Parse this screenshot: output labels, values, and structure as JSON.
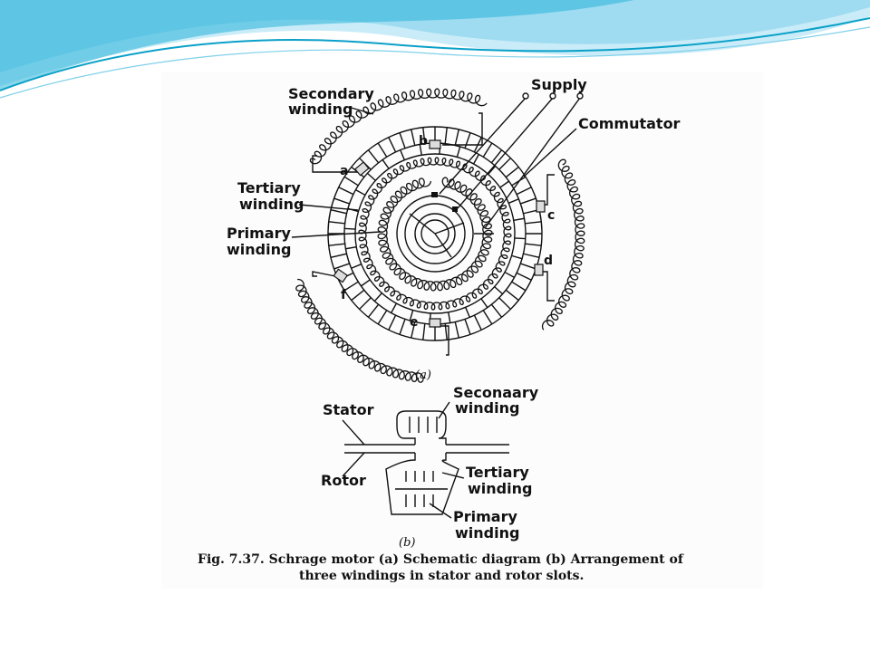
{
  "diagram_a": {
    "labels": {
      "secondary_winding": [
        "Secondary",
        "winding"
      ],
      "supply": "Supply",
      "commutator": "Commutator",
      "tertiary_winding": [
        "Tertiary",
        "winding"
      ],
      "primary_winding": [
        "Primary",
        "winding"
      ]
    },
    "brush_letters": [
      "a",
      "b",
      "c",
      "d",
      "e",
      "f"
    ],
    "sublabel": "(a)"
  },
  "diagram_b": {
    "labels": {
      "secondary_winding": [
        "Seconaary",
        "winding"
      ],
      "stator": "Stator",
      "rotor": "Rotor",
      "tertiary_winding": [
        "Tertiary",
        "winding"
      ],
      "primary_winding": [
        "Primary",
        "winding"
      ]
    },
    "sublabel": "(b)"
  },
  "caption": {
    "line1": "Fig. 7.37. Schrage motor (a) Schematic diagram (b) Arrangement of",
    "line2": "three windings in stator and rotor slots."
  },
  "colors": {
    "wave_dark": "#0aa0c8",
    "wave_light": "#b9e6f6",
    "ink": "#111111"
  }
}
